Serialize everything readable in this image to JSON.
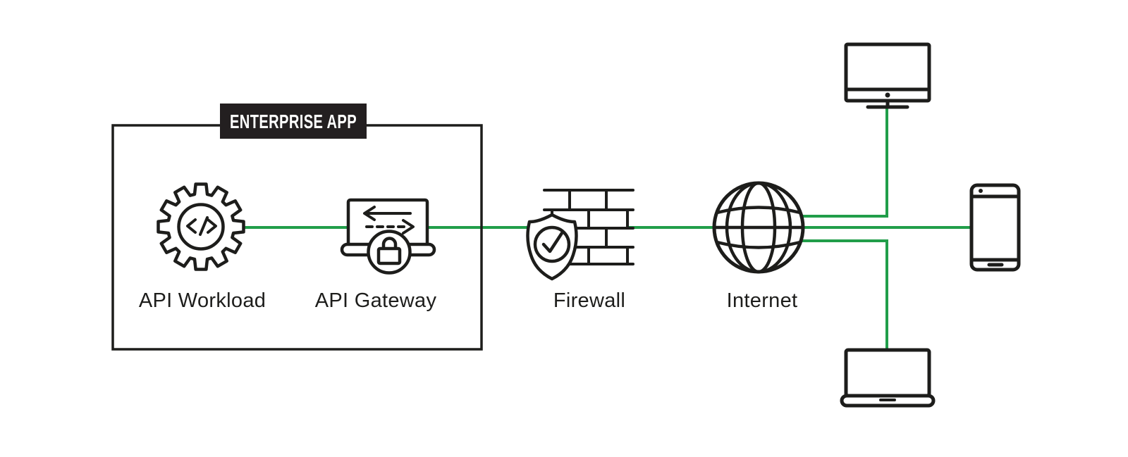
{
  "diagram": {
    "enterprise_box_label": "ENTERPRISE APP",
    "nodes": [
      {
        "id": "api-workload",
        "label": "API Workload",
        "icon": "gear-code-icon"
      },
      {
        "id": "api-gateway",
        "label": "API Gateway",
        "icon": "screen-arrows-lock-icon"
      },
      {
        "id": "firewall",
        "label": "Firewall",
        "icon": "shield-check-brick-wall-icon"
      },
      {
        "id": "internet",
        "label": "Internet",
        "icon": "globe-icon"
      }
    ],
    "devices": [
      {
        "id": "desktop",
        "icon": "desktop-monitor-icon"
      },
      {
        "id": "phone",
        "icon": "smartphone-icon"
      },
      {
        "id": "laptop",
        "icon": "laptop-icon"
      }
    ],
    "connections": [
      "api-workload->api-gateway",
      "api-gateway->firewall",
      "firewall->internet",
      "internet->desktop",
      "internet->phone",
      "internet->laptop"
    ],
    "colors": {
      "connector_green": "#219e4a",
      "ink": "#1d1d1b",
      "label_plate_bg": "#231f20",
      "label_plate_text": "#ffffff",
      "background": "#ffffff"
    }
  }
}
